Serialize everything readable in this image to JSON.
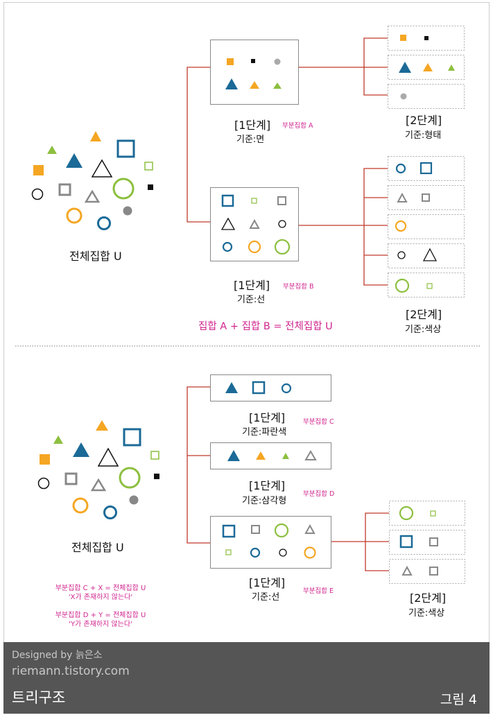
{
  "top": {
    "universe_label": "전체집합 U",
    "subset_a": {
      "stage": "[1단계]",
      "name": "부분집합 A",
      "criterion": "기준:면"
    },
    "subset_a_stage2": {
      "stage": "[2단계]",
      "criterion": "기준:형태"
    },
    "subset_b": {
      "stage": "[1단계]",
      "name": "부분집합 B",
      "criterion": "기준:선"
    },
    "subset_b_stage2": {
      "stage": "[2단계]",
      "criterion": "기준:색상"
    },
    "equation": "집합 A + 집합 B = 전체집합 U"
  },
  "bottom": {
    "universe_label": "전체집합 U",
    "subset_c": {
      "stage": "[1단계]",
      "name": "부분집합 C",
      "criterion": "기준:파란색"
    },
    "subset_d": {
      "stage": "[1단계]",
      "name": "부분집합 D",
      "criterion": "기준:삼각형"
    },
    "subset_e": {
      "stage": "[1단계]",
      "name": "부분집합 E",
      "criterion": "기준:선"
    },
    "subset_e_stage2": {
      "stage": "[2단계]",
      "criterion": "기준:색상"
    },
    "note1_line1": "부분집합 C + X = 전체집합 U",
    "note1_line2": "'X가 존재하지 않는다'",
    "note2_line1": "부분집합 D + Y = 전체집합 U",
    "note2_line2": "'Y가 존재하지 않는다'"
  },
  "footer": {
    "designed_by": "Designed by 늙은소",
    "site": "riemann.tistory.com",
    "title": "트리구조",
    "figure": "그림 4"
  },
  "colors": {
    "blue": "#1b6a97",
    "orange": "#f5a623",
    "green": "#8cbf3f",
    "gray": "#888888",
    "black": "#111111",
    "connector": "#c0392b",
    "pink": "#d0268f",
    "footer_bg": "#555555"
  }
}
